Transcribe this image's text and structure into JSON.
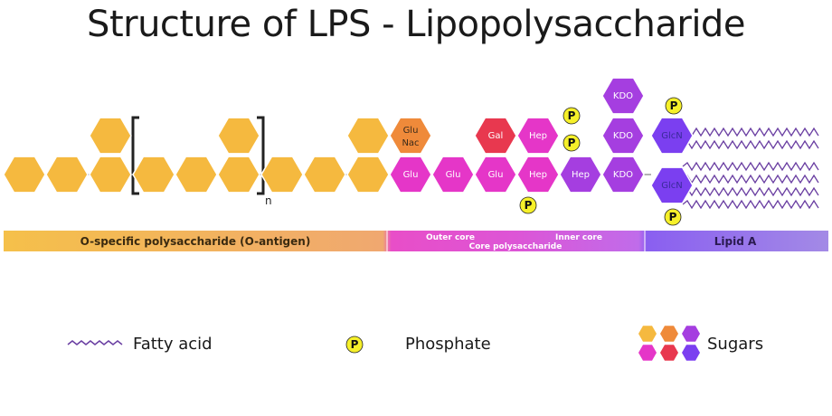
{
  "title": "Structure of LPS - Lipopolysaccharide",
  "colors": {
    "yellow": "#f5b93f",
    "orange": "#ef8a3a",
    "red": "#e8384f",
    "magenta": "#e536c8",
    "purple": "#a53ee0",
    "violet": "#7b3ff0",
    "phosphate": "#f6f02a",
    "fatty": "#6a3fa2"
  },
  "sugars": {
    "glunac": "Glu\nNac",
    "glu1": "Glu",
    "glu2": "Glu",
    "glu3": "Glu",
    "gal": "Gal",
    "hep1": "Hep",
    "hep2": "Hep",
    "hep3": "Hep",
    "kdo1": "KDO",
    "kdo2": "KDO",
    "kdo3": "KDO",
    "glcn1": "GlcN",
    "glcn2": "GlcN"
  },
  "repeat_subscript": "n",
  "phosphate_label": "P",
  "bands": {
    "o_antigen": "O-specific polysaccharide (O-antigen)",
    "outer_core": "Outer core",
    "inner_core": "Inner core",
    "core_poly": "Core polysaccharide",
    "lipid_a": "Lipid A"
  },
  "legend": {
    "fatty_acid": "Fatty acid",
    "phosphate": "Phosphate",
    "sugars": "Sugars"
  }
}
